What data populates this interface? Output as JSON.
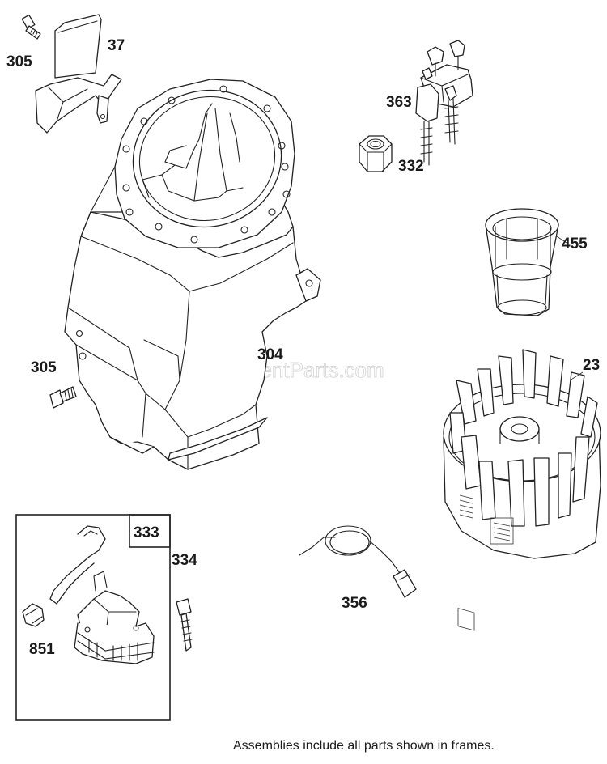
{
  "watermark": "eReplacementParts.com",
  "footnote": "Assemblies include all parts shown in frames.",
  "frame_label": "333",
  "callouts": {
    "c305a": "305",
    "c37": "37",
    "c363": "363",
    "c332": "332",
    "c455": "455",
    "c305b": "305",
    "c304": "304",
    "c23": "23",
    "c334": "334",
    "c356": "356",
    "c851": "851"
  }
}
